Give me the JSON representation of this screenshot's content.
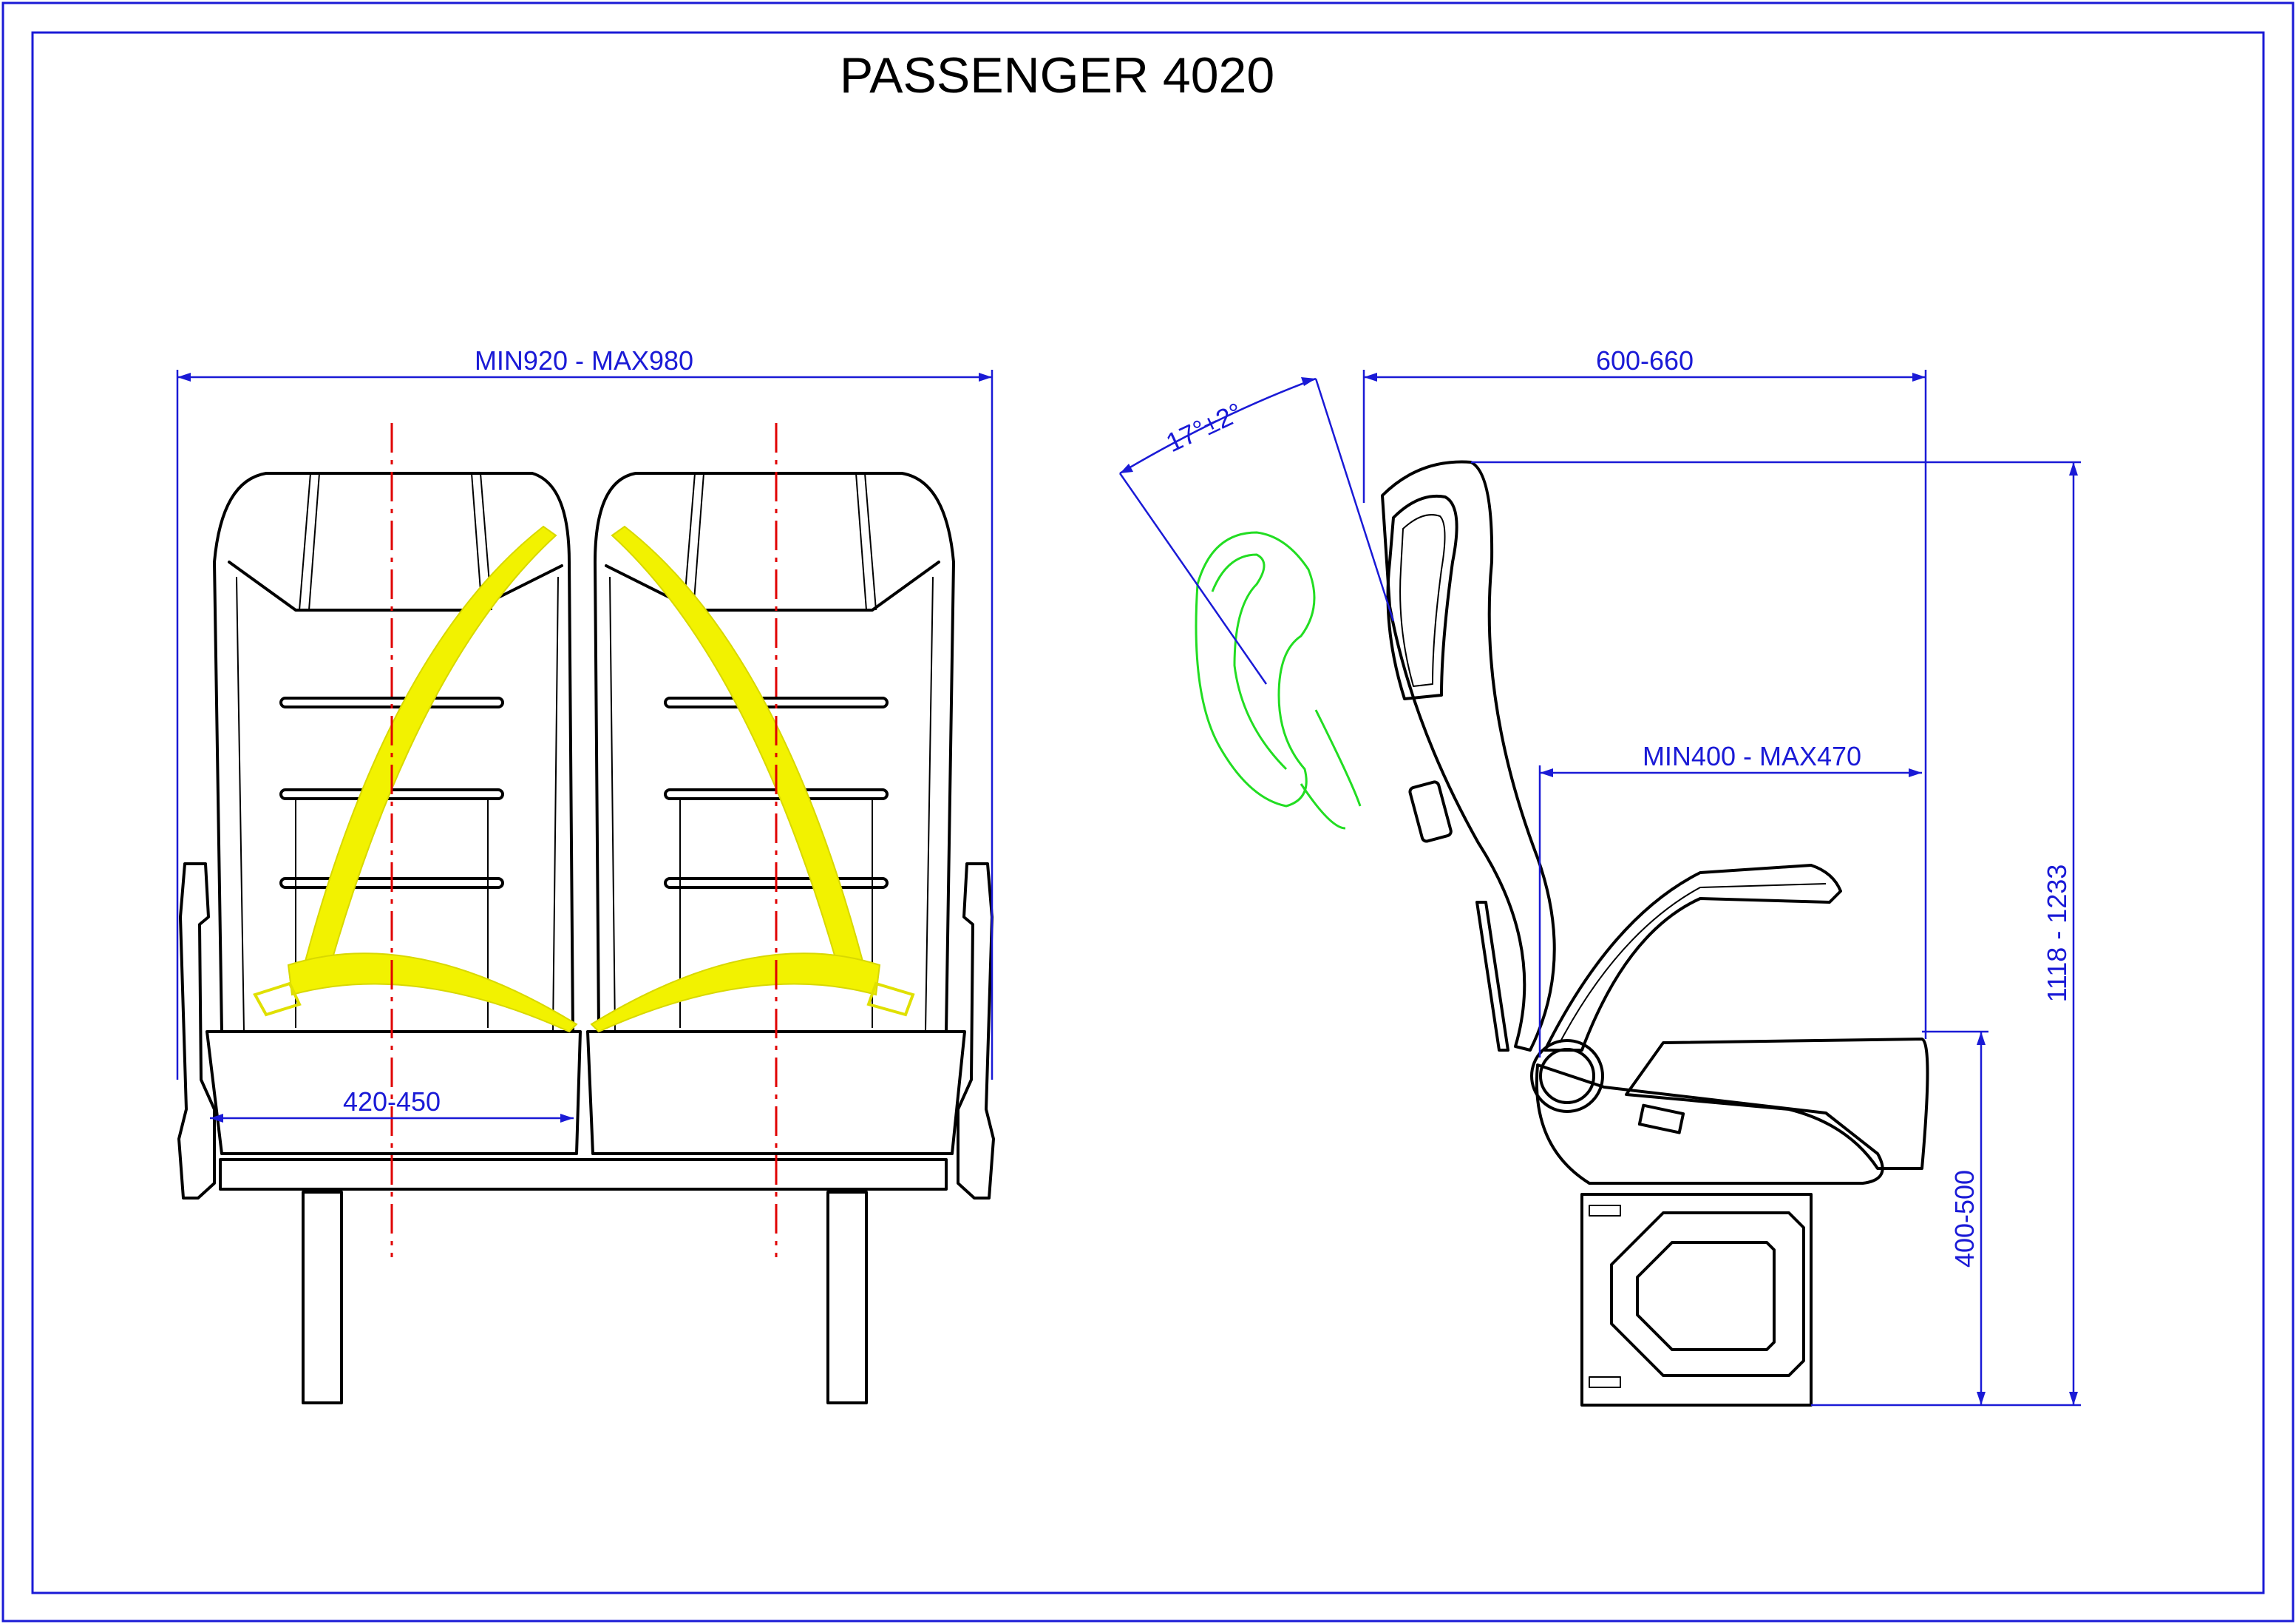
{
  "title": "PASSENGER 4020",
  "dimensions": {
    "overall_width": "MIN920 - MAX980",
    "seat_width": "420-450",
    "depth": "600-660",
    "recline_angle": "17°±2°",
    "seat_depth": "MIN400 - MAX470",
    "overall_height": "1118 - 1233",
    "seat_height": "400-500"
  },
  "colors": {
    "dimension": "#1a1ad6",
    "centerline": "#e00000",
    "seatbelt": "#f2f200",
    "recline": "#22dd22",
    "outline": "#000000"
  }
}
